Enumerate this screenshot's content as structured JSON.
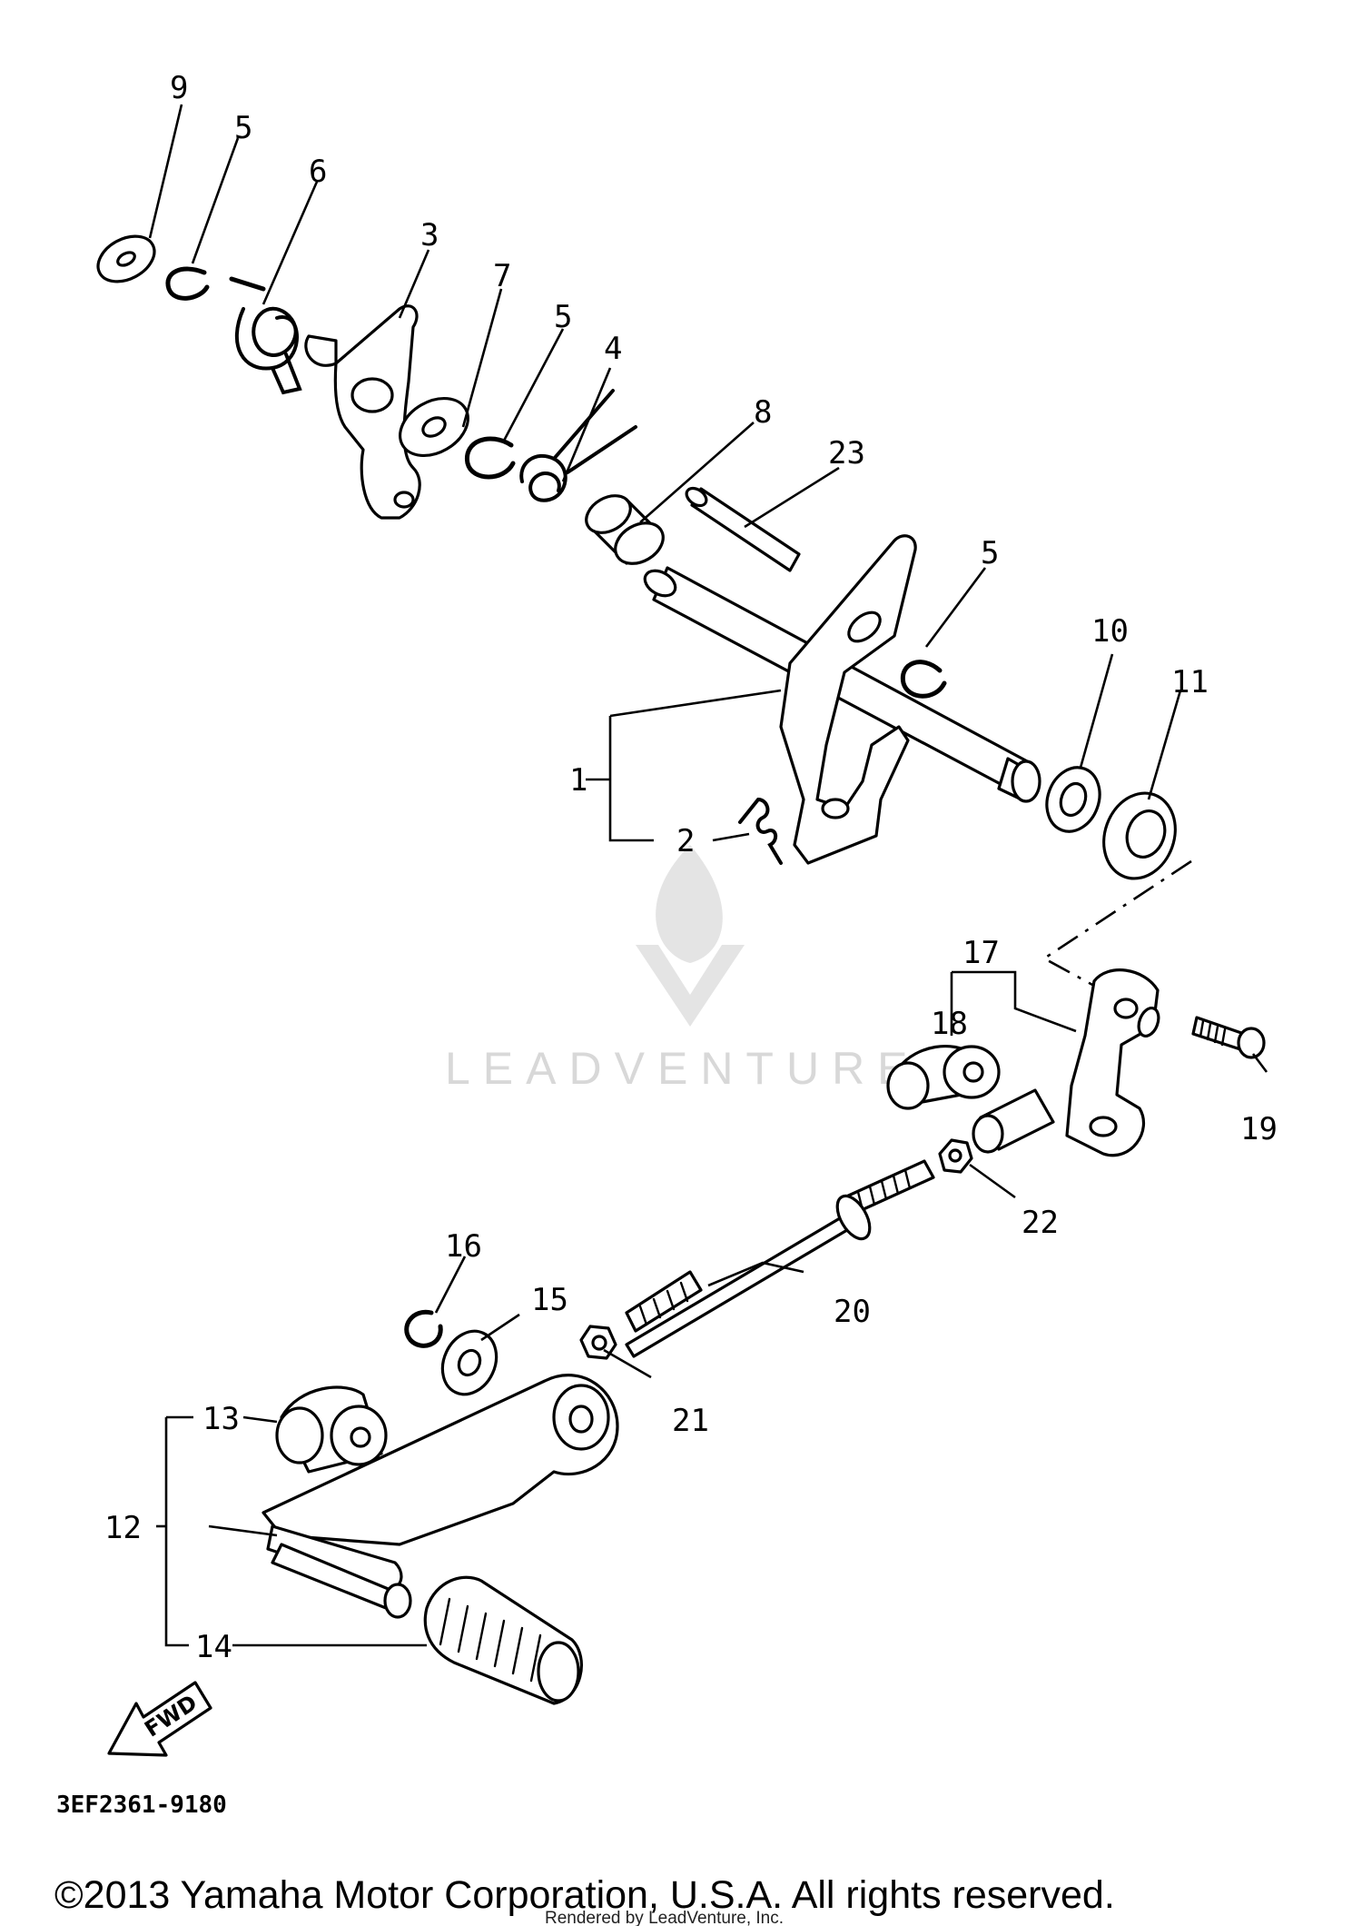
{
  "diagram_code": "3EF2361-9180",
  "watermark_text": "LEADVENTURE",
  "fwd_label": "FWD",
  "copyright": "©2013 Yamaha Motor Corporation, U.S.A. All rights reserved.",
  "rendered_by": "Rendered by LeadVenture, Inc.",
  "callouts": {
    "c1": "1",
    "c2": "2",
    "c3": "3",
    "c4": "4",
    "c5a": "5",
    "c5b": "5",
    "c5c": "5",
    "c6": "6",
    "c7": "7",
    "c8": "8",
    "c9": "9",
    "c10": "10",
    "c11": "11",
    "c12": "12",
    "c13": "13",
    "c14": "14",
    "c15": "15",
    "c16": "16",
    "c17": "17",
    "c18": "18",
    "c19": "19",
    "c20": "20",
    "c21": "21",
    "c22": "22",
    "c23": "23"
  },
  "parts": [
    {
      "id": "1",
      "name": "shift-shaft-assembly"
    },
    {
      "id": "2",
      "name": "spring"
    },
    {
      "id": "3",
      "name": "shift-lever-plate"
    },
    {
      "id": "4",
      "name": "torsion-spring"
    },
    {
      "id": "5",
      "name": "circlip"
    },
    {
      "id": "6",
      "name": "torsion-spring"
    },
    {
      "id": "7",
      "name": "washer"
    },
    {
      "id": "8",
      "name": "collar"
    },
    {
      "id": "9",
      "name": "washer"
    },
    {
      "id": "10",
      "name": "washer"
    },
    {
      "id": "11",
      "name": "oil-seal"
    },
    {
      "id": "12",
      "name": "shift-pedal"
    },
    {
      "id": "13",
      "name": "joint"
    },
    {
      "id": "14",
      "name": "pedal-rubber"
    },
    {
      "id": "15",
      "name": "washer"
    },
    {
      "id": "16",
      "name": "circlip"
    },
    {
      "id": "17",
      "name": "shift-arm"
    },
    {
      "id": "18",
      "name": "joint"
    },
    {
      "id": "19",
      "name": "bolt"
    },
    {
      "id": "20",
      "name": "shift-rod"
    },
    {
      "id": "21",
      "name": "nut"
    },
    {
      "id": "22",
      "name": "nut"
    },
    {
      "id": "23",
      "name": "shift-pin"
    }
  ]
}
